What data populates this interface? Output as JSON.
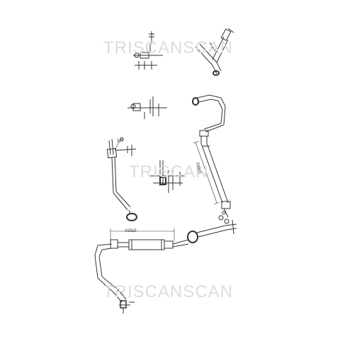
{
  "watermark": {
    "text_1": "TRISCANSCAN",
    "text_2": "TRISCAN",
    "text_3": "TRISCANSCAN"
  },
  "dimensions": {
    "main_hose_length": "415±5",
    "vertical_hose_length": "310±5",
    "top_small": "167"
  },
  "colors": {
    "line": "#333333",
    "watermark": "#dcdcdc"
  }
}
